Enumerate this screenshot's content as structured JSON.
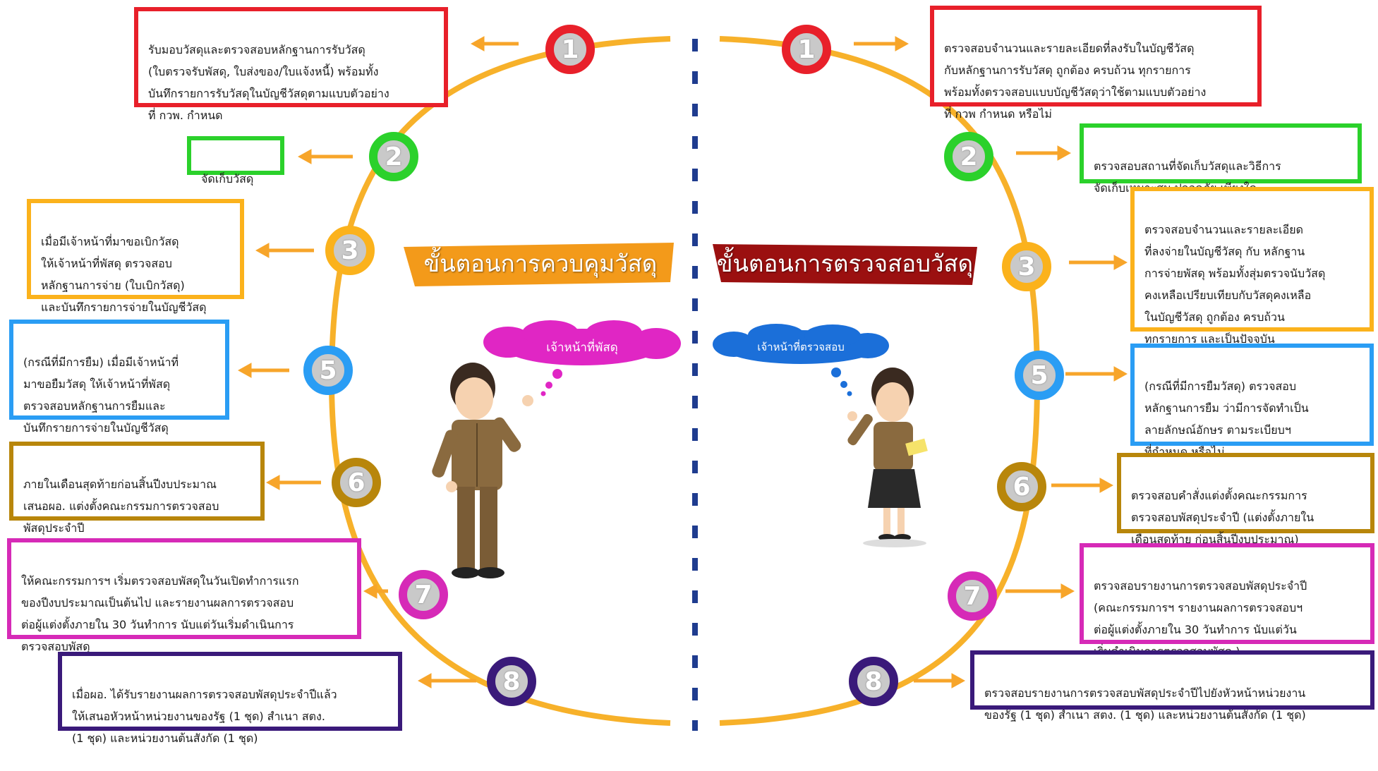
{
  "colors": {
    "step1": "#e8202a",
    "step2": "#2bd12b",
    "step3": "#fbb21c",
    "step5": "#2a9df4",
    "step6": "#b8860b",
    "step7": "#d62ab7",
    "step8": "#3a1a7a",
    "arc": "#f7b12a",
    "divider": "#1f3c8f",
    "arrow": "#f7a52a",
    "left_banner": "#f39a1a",
    "right_banner": "#9b1010",
    "left_cloud": "#e026c4",
    "right_cloud": "#1b6fd9"
  },
  "left": {
    "title": "ขั้นตอนการควบคุมวัสดุ",
    "bubble": "เจ้าหน้าที่พัสดุ",
    "steps": [
      {
        "num": "1",
        "text": "รับมอบวัสดุและตรวจสอบหลักฐานการรับวัสดุ\n(ใบตรวจรับพัสดุ, ใบส่งของ/ใบแจ้งหนี้) พร้อมทั้ง\nบันทึกรายการรับวัสดุในบัญชีวัสดุตามแบบตัวอย่าง\nที่ กวพ. กำหนด"
      },
      {
        "num": "2",
        "text": "จัดเก็บวัสดุ"
      },
      {
        "num": "3",
        "text": "เมื่อมีเจ้าหน้าที่มาขอเบิกวัสดุ\nให้เจ้าหน้าที่พัสดุ ตรวจสอบ\nหลักฐานการจ่าย (ใบเบิกวัสดุ)\nและบันทึกรายการจ่ายในบัญชีวัสดุ"
      },
      {
        "num": "5",
        "text": "(กรณีที่มีการยืม) เมื่อมีเจ้าหน้าที่\nมาขอยืมวัสดุ ให้เจ้าหน้าที่พัสดุ\nตรวจสอบหลักฐานการยืมและ\nบันทึกรายการจ่ายในบัญชีวัสดุ"
      },
      {
        "num": "6",
        "text": "ภายในเดือนสุดท้ายก่อนสิ้นปีงบประมาณ\nเสนอผอ. แต่งตั้งคณะกรรมการตรวจสอบ\nพัสดุประจำปี"
      },
      {
        "num": "7",
        "text": "ให้คณะกรรมการฯ เริ่มตรวจสอบพัสดุในวันเปิดทำการแรก\nของปีงบประมาณเป็นต้นไป และรายงานผลการตรวจสอบ\nต่อผู้แต่งตั้งภายใน 30 วันทำการ นับแต่วันเริ่มดำเนินการ\nตรวจสอบพัสดุ"
      },
      {
        "num": "8",
        "text": "เมื่อผอ. ได้รับรายงานผลการตรวจสอบพัสดุประจำปีแล้ว\nให้เสนอหัวหน้าหน่วยงานของรัฐ (1 ชุด) สำเนา สตง.\n(1 ชุด) และหน่วยงานต้นสังกัด (1 ชุด)"
      }
    ]
  },
  "right": {
    "title": "ขั้นตอนการตรวจสอบวัสดุ",
    "bubble": "เจ้าหน้าที่ตรวจสอบ",
    "steps": [
      {
        "num": "1",
        "text": "ตรวจสอบจำนวนและรายละเอียดที่ลงรับในบัญชีวัสดุ\nกับหลักฐานการรับวัสดุ ถูกต้อง ครบถ้วน ทุกรายการ\nพร้อมทั้งตรวจสอบแบบบัญชีวัสดุว่าใช้ตามแบบตัวอย่าง\nที่ กวพ กำหนด หรือไม่"
      },
      {
        "num": "2",
        "text": "ตรวจสอบสถานที่จัดเก็บวัสดุและวิธีการ\nจัดเก็บเหมาะสม ปลอดภัย เพียงใด"
      },
      {
        "num": "3",
        "text": "ตรวจสอบจำนวนและรายละเอียด\nที่ลงจ่ายในบัญชีวัสดุ กับ หลักฐาน\nการจ่ายพัสดุ พร้อมทั้งสุ่มตรวจนับวัสดุ\nคงเหลือเปรียบเทียบกับวัสดุคงเหลือ\nในบัญชีวัสดุ ถูกต้อง ครบถ้วน\nทุกรายการ และเป็นปัจจุบัน"
      },
      {
        "num": "5",
        "text": "(กรณีที่มีการยืมวัสดุ) ตรวจสอบ\nหลักฐานการยืม ว่ามีการจัดทำเป็น\nลายลักษณ์อักษร ตามระเบียบฯ\nที่กำหนด หรือไม่"
      },
      {
        "num": "6",
        "text": "ตรวจสอบคำสั่งแต่งตั้งคณะกรรมการ\nตรวจสอบพัสดุประจำปี (แต่งตั้งภายใน\nเดือนสุดท้าย ก่อนสิ้นปีงบประมาณ)"
      },
      {
        "num": "7",
        "text": "ตรวจสอบรายงานการตรวจสอบพัสดุประจำปี\n(คณะกรรมการฯ รายงานผลการตรวจสอบฯ\nต่อผู้แต่งตั้งภายใน 30 วันทำการ นับแต่วัน\nเริ่มดำเนินการตรวจสอบพัสดุ )"
      },
      {
        "num": "8",
        "text": "ตรวจสอบรายงานการตรวจสอบพัสดุประจำปีไปยังหัวหน้าหน่วยงาน\nของรัฐ (1 ชุด) สำเนา สตง. (1 ชุด) และหน่วยงานต้นสังกัด (1 ชุด)"
      }
    ]
  }
}
